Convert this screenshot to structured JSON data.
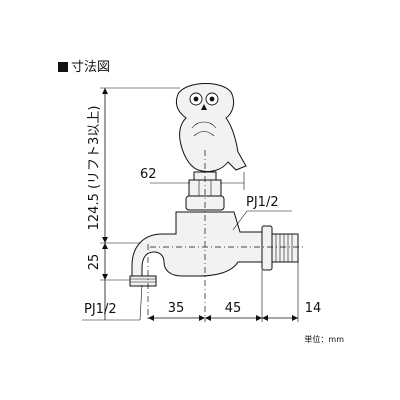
{
  "title": "寸法図",
  "dimensions": {
    "owl_width": "62",
    "thread_top": "PJ1/2",
    "thread_bottom": "PJ1/2",
    "spout_offset": "35",
    "body_width": "45",
    "thread_length": "14",
    "lower_height": "25",
    "upper_height": "124.5 (リフト3以上)"
  },
  "unit_label": "単位：mm"
}
